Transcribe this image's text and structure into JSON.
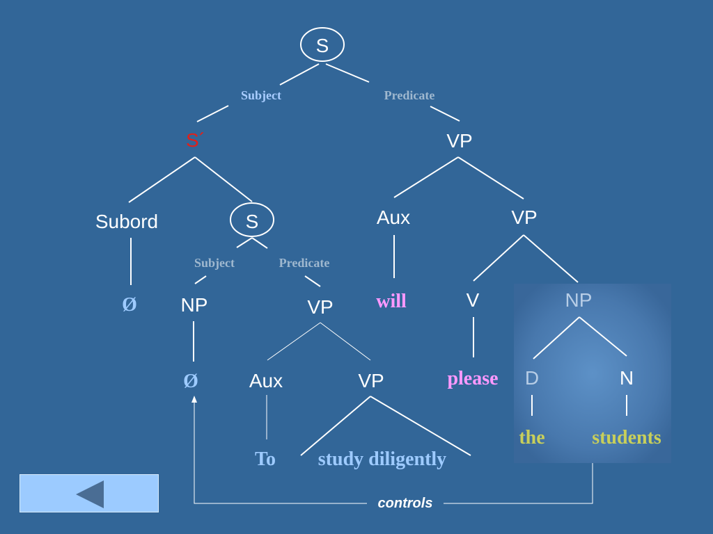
{
  "colors": {
    "background": "#326698",
    "node": "#ffffff",
    "role_label": "#9fb8cf",
    "role_label_subject_top": "#a8ccff",
    "highlight_root": "#e0201a",
    "null_word": "#9ecbff",
    "aux_word": "#ff99ff",
    "controller_word": "#c8cf5a",
    "infinitive_word": "#9ecbff",
    "faded_node": "#b7cde6",
    "button_fill": "#9ccbff",
    "button_arrow": "#4a6d94"
  },
  "tree": {
    "root": "S",
    "subject_label": "Subject",
    "predicate_label": "Predicate",
    "embedded_clause": "S´",
    "vp_main": "VP",
    "subord": "Subord",
    "embedded_s": "S",
    "inner_subject_label": "Subject",
    "inner_predicate_label": "Predicate",
    "aux_main": "Aux",
    "vp_second": "VP",
    "null_subord": "Ø",
    "np_inner": "NP",
    "vp_inner": "VP",
    "will": "will",
    "v": "V",
    "np_object": "NP",
    "null_subject": "Ø",
    "aux_inner": "Aux",
    "vp_innermost": "VP",
    "please": "please",
    "d": "D",
    "n": "N",
    "the": "the",
    "students": "students",
    "to": "To",
    "study_diligently": "study diligently",
    "controls": "controls"
  },
  "navigation": {
    "back_icon": "left-triangle-icon"
  }
}
